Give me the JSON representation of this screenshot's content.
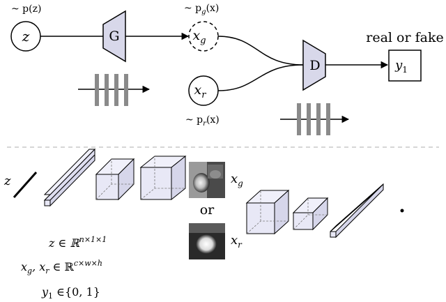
{
  "top": {
    "z_dist": "~ p(z)",
    "g_dist": "~ p",
    "g_dist_sub": "g",
    "g_dist_tail": "(x)",
    "r_dist": "~ p",
    "r_dist_sub": "r",
    "r_dist_tail": "(x)",
    "z_label": "z",
    "generator_label": "G",
    "xg_base": "x",
    "xg_sub": "g",
    "xr_base": "x",
    "xr_sub": "r",
    "discriminator_label": "D",
    "output_base": "y",
    "output_sub": "1",
    "output_caption": "real or fake"
  },
  "bottom": {
    "z_label": "z",
    "xg_base": "x",
    "xg_sub": "g",
    "xr_base": "x",
    "xr_sub": "r",
    "or_label": "or",
    "eq1_lhs": "z ∈ ℝ",
    "eq1_sup": "n×1×1",
    "eq2_lhs": "x",
    "eq2_sub1": "g",
    "eq2_mid": ", x",
    "eq2_sub2": "r",
    "eq2_rhs": " ∈ ℝ",
    "eq2_sup": "c×w×h",
    "eq3_lhs": "y",
    "eq3_sub": "1",
    "eq3_rhs": " ∈{0, 1}"
  },
  "colors": {
    "block_fill": "#d8d8ea",
    "cube_fill": "#e8e8f6",
    "stripe": "#8a8a8a",
    "line": "#000000",
    "separator": "#c8c8c8"
  }
}
